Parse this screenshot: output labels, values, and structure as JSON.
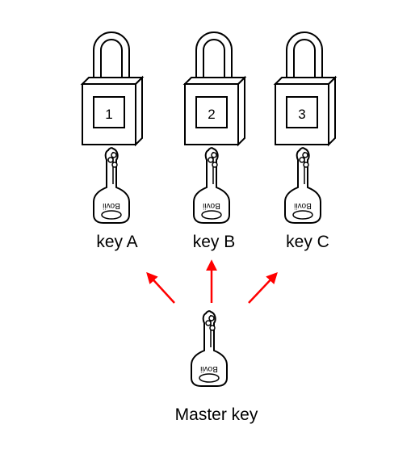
{
  "padlocks": [
    {
      "number": "1"
    },
    {
      "number": "2"
    },
    {
      "number": "3"
    }
  ],
  "keys": [
    {
      "label": "key A",
      "brand": "Bovii"
    },
    {
      "label": "key B",
      "brand": "Bovii"
    },
    {
      "label": "key C",
      "brand": "Bovii"
    }
  ],
  "master_key": {
    "label": "Master key",
    "brand": "Bovii"
  },
  "colors": {
    "arrow": "#ff0000",
    "stroke": "#000000"
  }
}
